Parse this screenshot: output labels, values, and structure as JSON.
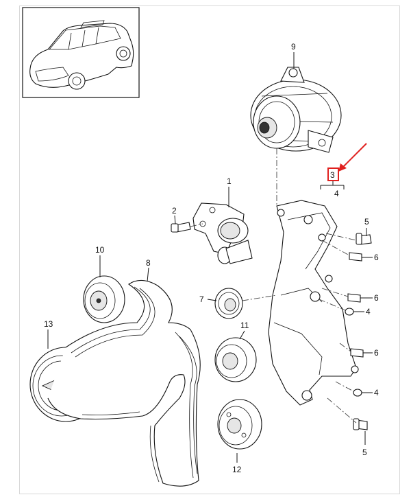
{
  "labels": {
    "1": "1",
    "2": "2",
    "3": "3",
    "4": "4",
    "5": "5",
    "6": "6",
    "7": "7",
    "8": "8",
    "9": "9",
    "10": "10",
    "11": "11",
    "12": "12",
    "13": "13"
  },
  "highlight": {
    "part_number": "3",
    "color": "#e0201e"
  },
  "colors": {
    "line": "#111111",
    "background": "#ffffff"
  },
  "icons": {
    "arrow": "red-arrow-icon"
  }
}
